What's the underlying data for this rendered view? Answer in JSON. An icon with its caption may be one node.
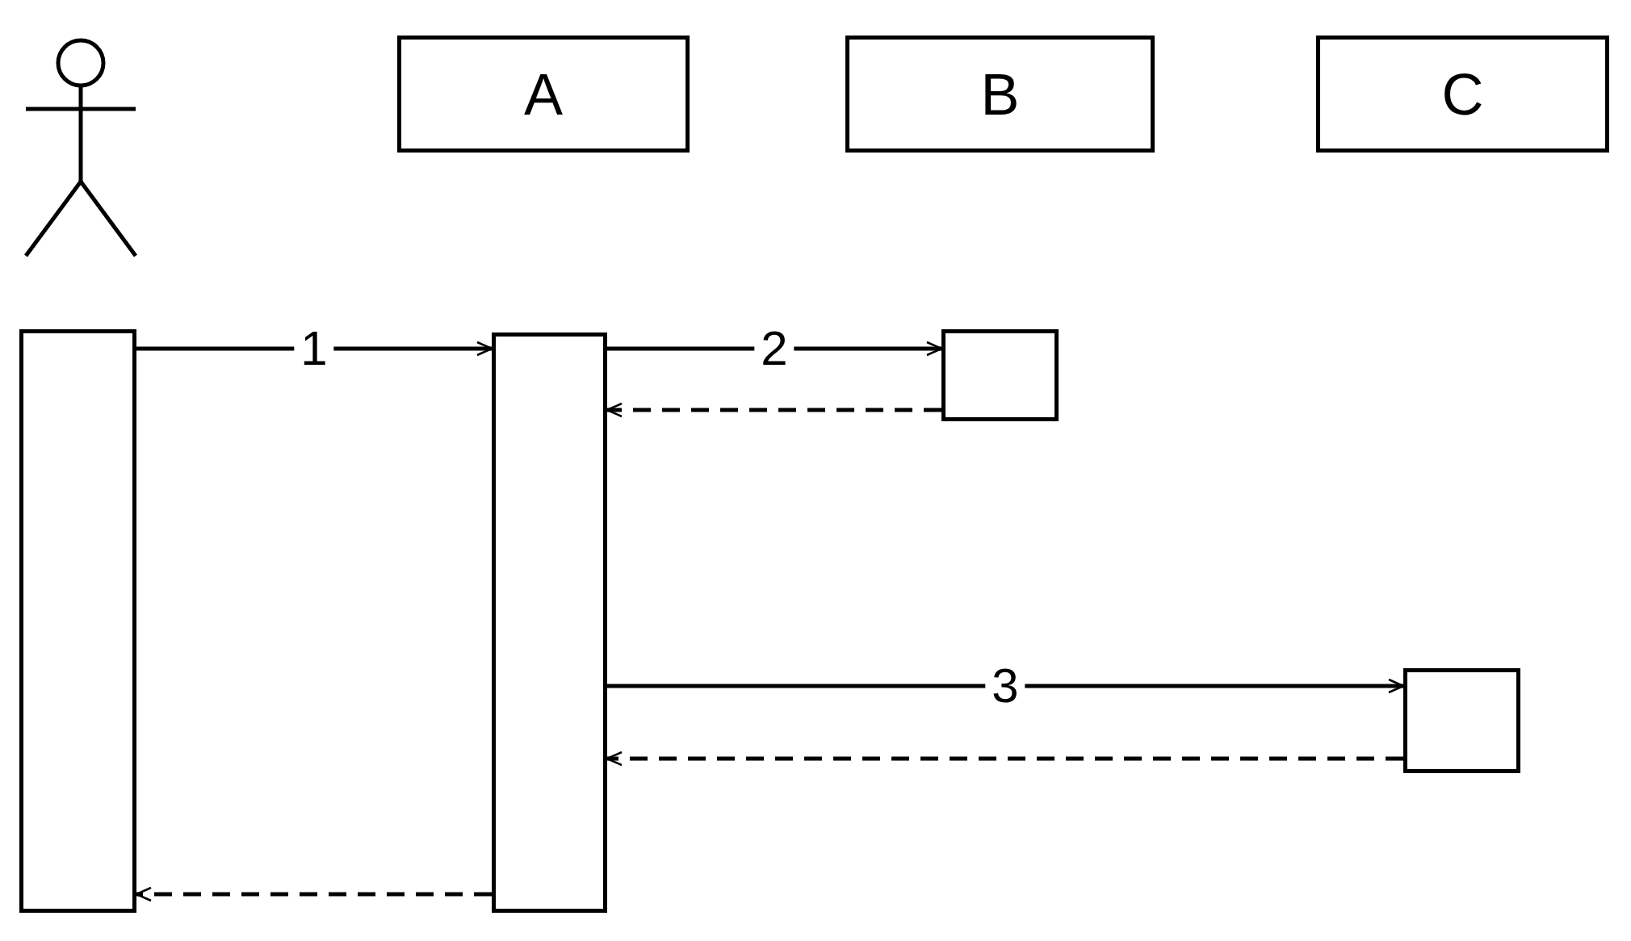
{
  "diagram": {
    "nodes": [
      {
        "text": [],
        "shape": "person"
      },
      {
        "text": [
          "A"
        ]
      },
      {
        "text": [
          "B"
        ]
      },
      {
        "text": [
          "C"
        ]
      },
      {
        "text": [],
        "shape": "bar"
      },
      {
        "text": [],
        "shape": "bar"
      },
      {
        "text": [],
        "shape": "bar"
      },
      {
        "text": [],
        "shape": "bar"
      }
    ],
    "edges": [
      {
        "from": 4,
        "to": 5,
        "arrow": "to",
        "label": "1"
      },
      {
        "from": 5,
        "to": 6,
        "arrow": "to",
        "label": "2"
      },
      {
        "from": 6,
        "to": 5,
        "arrow": "to",
        "style": "dashed"
      },
      {
        "from": 5,
        "to": 7,
        "arrow": "to",
        "label": "3"
      },
      {
        "from": 7,
        "to": 5,
        "arrow": "to",
        "style": "dashed"
      },
      {
        "from": 5,
        "to": 4,
        "arrow": "to",
        "style": "dashed"
      }
    ]
  }
}
